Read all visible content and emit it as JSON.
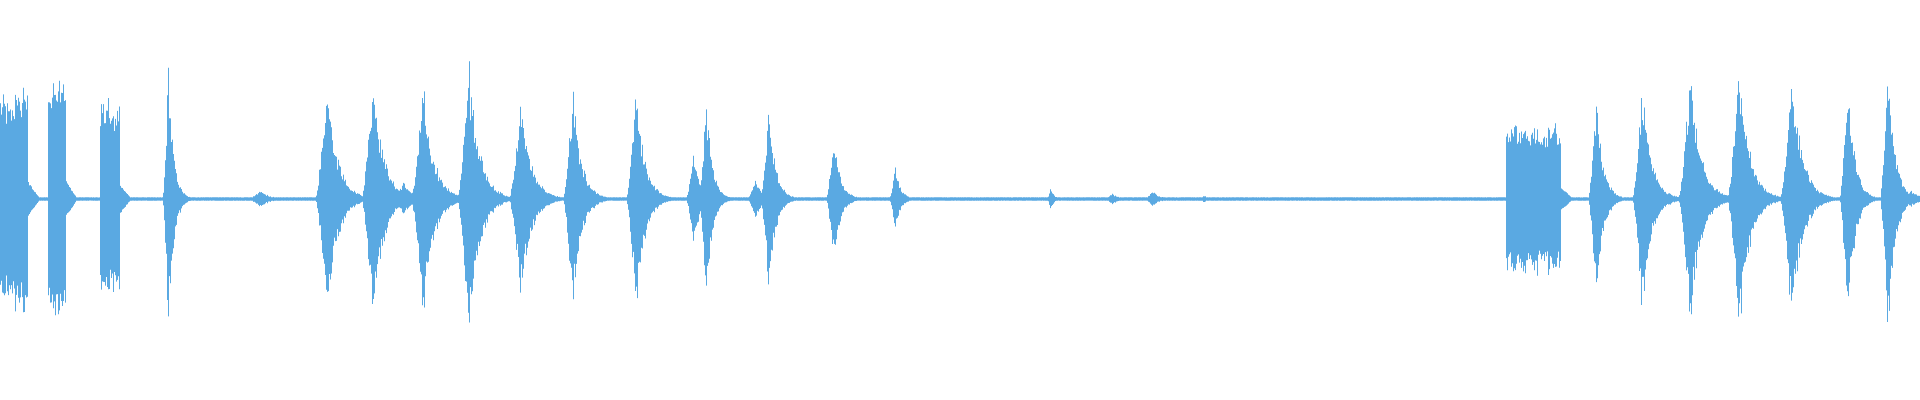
{
  "waveform": {
    "color": "#5aa9e2",
    "background": "#ffffff",
    "amplitude_max": 1.0,
    "bursts": [
      {
        "t": 0.001,
        "amp": 0.7,
        "dur": 0.008,
        "shape": "block"
      },
      {
        "t": 0.0085,
        "amp": 0.78,
        "dur": 0.006,
        "shape": "block"
      },
      {
        "t": 0.026,
        "amp": 0.84,
        "dur": 0.008,
        "shape": "block"
      },
      {
        "t": 0.053,
        "amp": 0.7,
        "dur": 0.009,
        "shape": "block"
      },
      {
        "t": 0.0875,
        "amp": 0.95,
        "dur": 0.003,
        "shape": "spike"
      },
      {
        "t": 0.135,
        "amp": 0.06,
        "dur": 0.006,
        "shape": "spike"
      },
      {
        "t": 0.17,
        "amp": 0.85,
        "dur": 0.006,
        "shape": "spike"
      },
      {
        "t": 0.194,
        "amp": 0.88,
        "dur": 0.006,
        "shape": "spike"
      },
      {
        "t": 0.21,
        "amp": 0.12,
        "dur": 0.006,
        "shape": "spike"
      },
      {
        "t": 0.22,
        "amp": 0.86,
        "dur": 0.006,
        "shape": "spike"
      },
      {
        "t": 0.244,
        "amp": 1.0,
        "dur": 0.006,
        "shape": "spike"
      },
      {
        "t": 0.271,
        "amp": 0.72,
        "dur": 0.006,
        "shape": "spike"
      },
      {
        "t": 0.298,
        "amp": 0.8,
        "dur": 0.005,
        "shape": "spike"
      },
      {
        "t": 0.331,
        "amp": 0.84,
        "dur": 0.005,
        "shape": "spike"
      },
      {
        "t": 0.361,
        "amp": 0.32,
        "dur": 0.004,
        "shape": "spike"
      },
      {
        "t": 0.3675,
        "amp": 0.76,
        "dur": 0.0035,
        "shape": "spike"
      },
      {
        "t": 0.393,
        "amp": 0.15,
        "dur": 0.004,
        "shape": "spike"
      },
      {
        "t": 0.4,
        "amp": 0.68,
        "dur": 0.004,
        "shape": "spike"
      },
      {
        "t": 0.434,
        "amp": 0.44,
        "dur": 0.004,
        "shape": "spike"
      },
      {
        "t": 0.466,
        "amp": 0.24,
        "dur": 0.003,
        "shape": "spike"
      },
      {
        "t": 0.547,
        "amp": 0.08,
        "dur": 0.002,
        "shape": "spike"
      },
      {
        "t": 0.579,
        "amp": 0.04,
        "dur": 0.004,
        "shape": "spike"
      },
      {
        "t": 0.6,
        "amp": 0.06,
        "dur": 0.004,
        "shape": "spike"
      },
      {
        "t": 0.627,
        "amp": 0.03,
        "dur": 0.002,
        "shape": "spike"
      },
      {
        "t": 0.785,
        "amp": 0.52,
        "dur": 0.028,
        "shape": "block"
      },
      {
        "t": 0.831,
        "amp": 0.74,
        "dur": 0.004,
        "shape": "spike"
      },
      {
        "t": 0.855,
        "amp": 0.88,
        "dur": 0.005,
        "shape": "spike"
      },
      {
        "t": 0.869,
        "amp": 0.05,
        "dur": 0.005,
        "shape": "spike"
      },
      {
        "t": 0.88,
        "amp": 0.96,
        "dur": 0.006,
        "shape": "spike"
      },
      {
        "t": 0.9055,
        "amp": 1.0,
        "dur": 0.006,
        "shape": "spike"
      },
      {
        "t": 0.933,
        "amp": 0.9,
        "dur": 0.006,
        "shape": "spike"
      },
      {
        "t": 0.962,
        "amp": 0.94,
        "dur": 0.004,
        "shape": "spike"
      },
      {
        "t": 0.983,
        "amp": 1.0,
        "dur": 0.004,
        "shape": "spike"
      },
      {
        "t": 0.995,
        "amp": 0.06,
        "dur": 0.005,
        "shape": "spike"
      }
    ]
  }
}
